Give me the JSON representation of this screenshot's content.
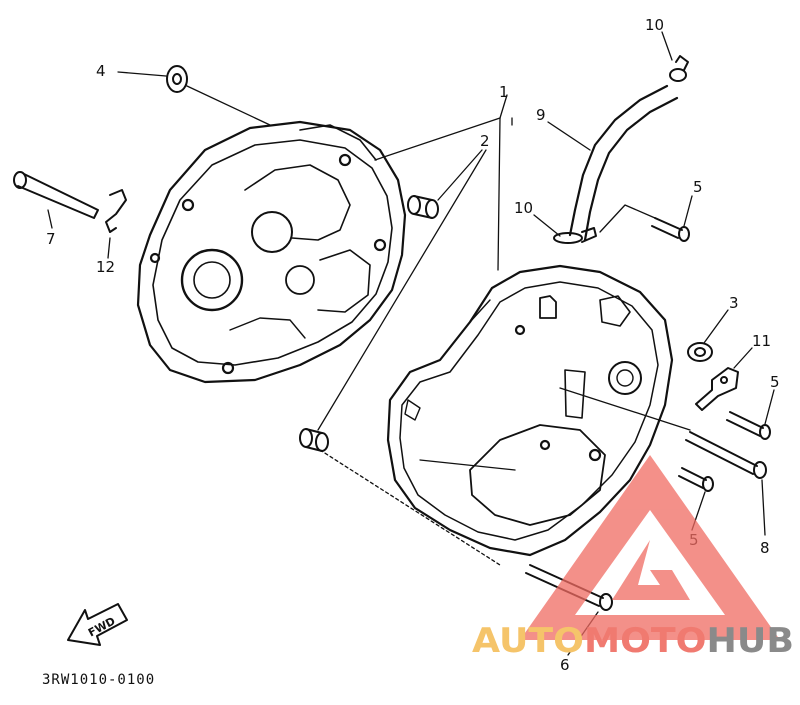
{
  "callouts": {
    "c1": "1",
    "c2": "2",
    "c3": "3",
    "c4": "4",
    "c5a": "5",
    "c5b": "5",
    "c5c": "5",
    "c6": "6",
    "c7": "7",
    "c8": "8",
    "c9": "9",
    "c10a": "10",
    "c10b": "10",
    "c11": "11",
    "c12": "12"
  },
  "fwd_arrow": "FWD",
  "diagram_code": "3RW1010-0100",
  "watermark": {
    "part1": "AUTO",
    "part2": "MOTO",
    "part3": "HUB",
    "color_auto": "#f5c46a",
    "color_moto": "#f07a70",
    "color_hub": "#8a8a8a",
    "logo_color": "#f06b62"
  }
}
